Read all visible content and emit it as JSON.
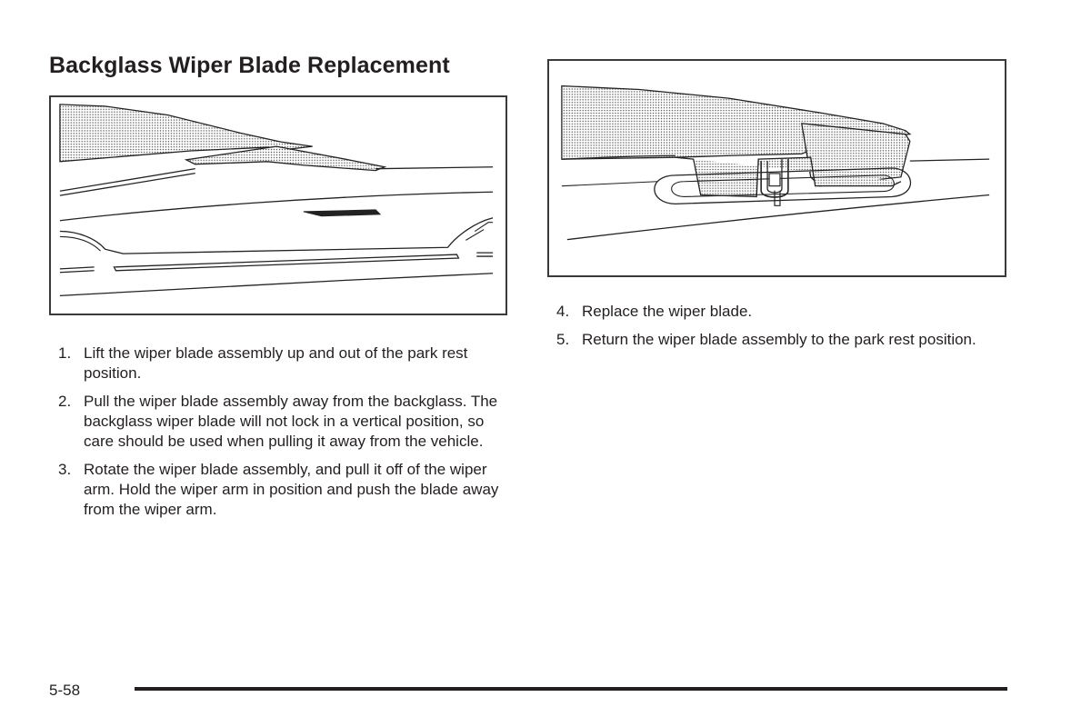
{
  "page": {
    "title": "Backglass Wiper Blade Replacement",
    "page_number": "5-58"
  },
  "steps_left": [
    {
      "num": "1.",
      "text": "Lift the wiper blade assembly up and out of the park rest position."
    },
    {
      "num": "2.",
      "text": "Pull the wiper blade assembly away from the backglass. The backglass wiper blade will not lock in a vertical position, so care should be used when pulling it away from the vehicle."
    },
    {
      "num": "3.",
      "text": "Rotate the wiper blade assembly, and pull it off of the wiper arm. Hold the wiper arm in position and push the blade away from the wiper arm."
    }
  ],
  "steps_right": [
    {
      "num": "4.",
      "text": "Replace the wiper blade."
    },
    {
      "num": "5.",
      "text": "Return the wiper blade assembly to the park rest position."
    }
  ]
}
